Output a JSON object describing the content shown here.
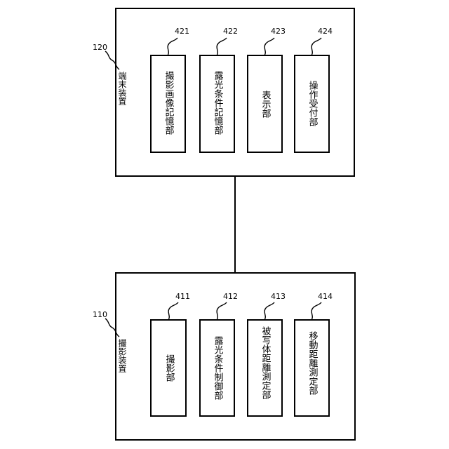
{
  "terminal": {
    "ref": "120",
    "label": "端末装置",
    "blocks": [
      {
        "ref": "421",
        "label": "撮影画像記憶部"
      },
      {
        "ref": "422",
        "label": "露光条件記憶部"
      },
      {
        "ref": "423",
        "label": "表示部"
      },
      {
        "ref": "424",
        "label": "操作受付部"
      }
    ]
  },
  "camera": {
    "ref": "110",
    "label": "撮影装置",
    "blocks": [
      {
        "ref": "411",
        "label": "撮影部"
      },
      {
        "ref": "412",
        "label": "露光条件制御部"
      },
      {
        "ref": "413",
        "label": "被写体距離測定部"
      },
      {
        "ref": "414",
        "label": "移動距離測定部"
      }
    ]
  }
}
